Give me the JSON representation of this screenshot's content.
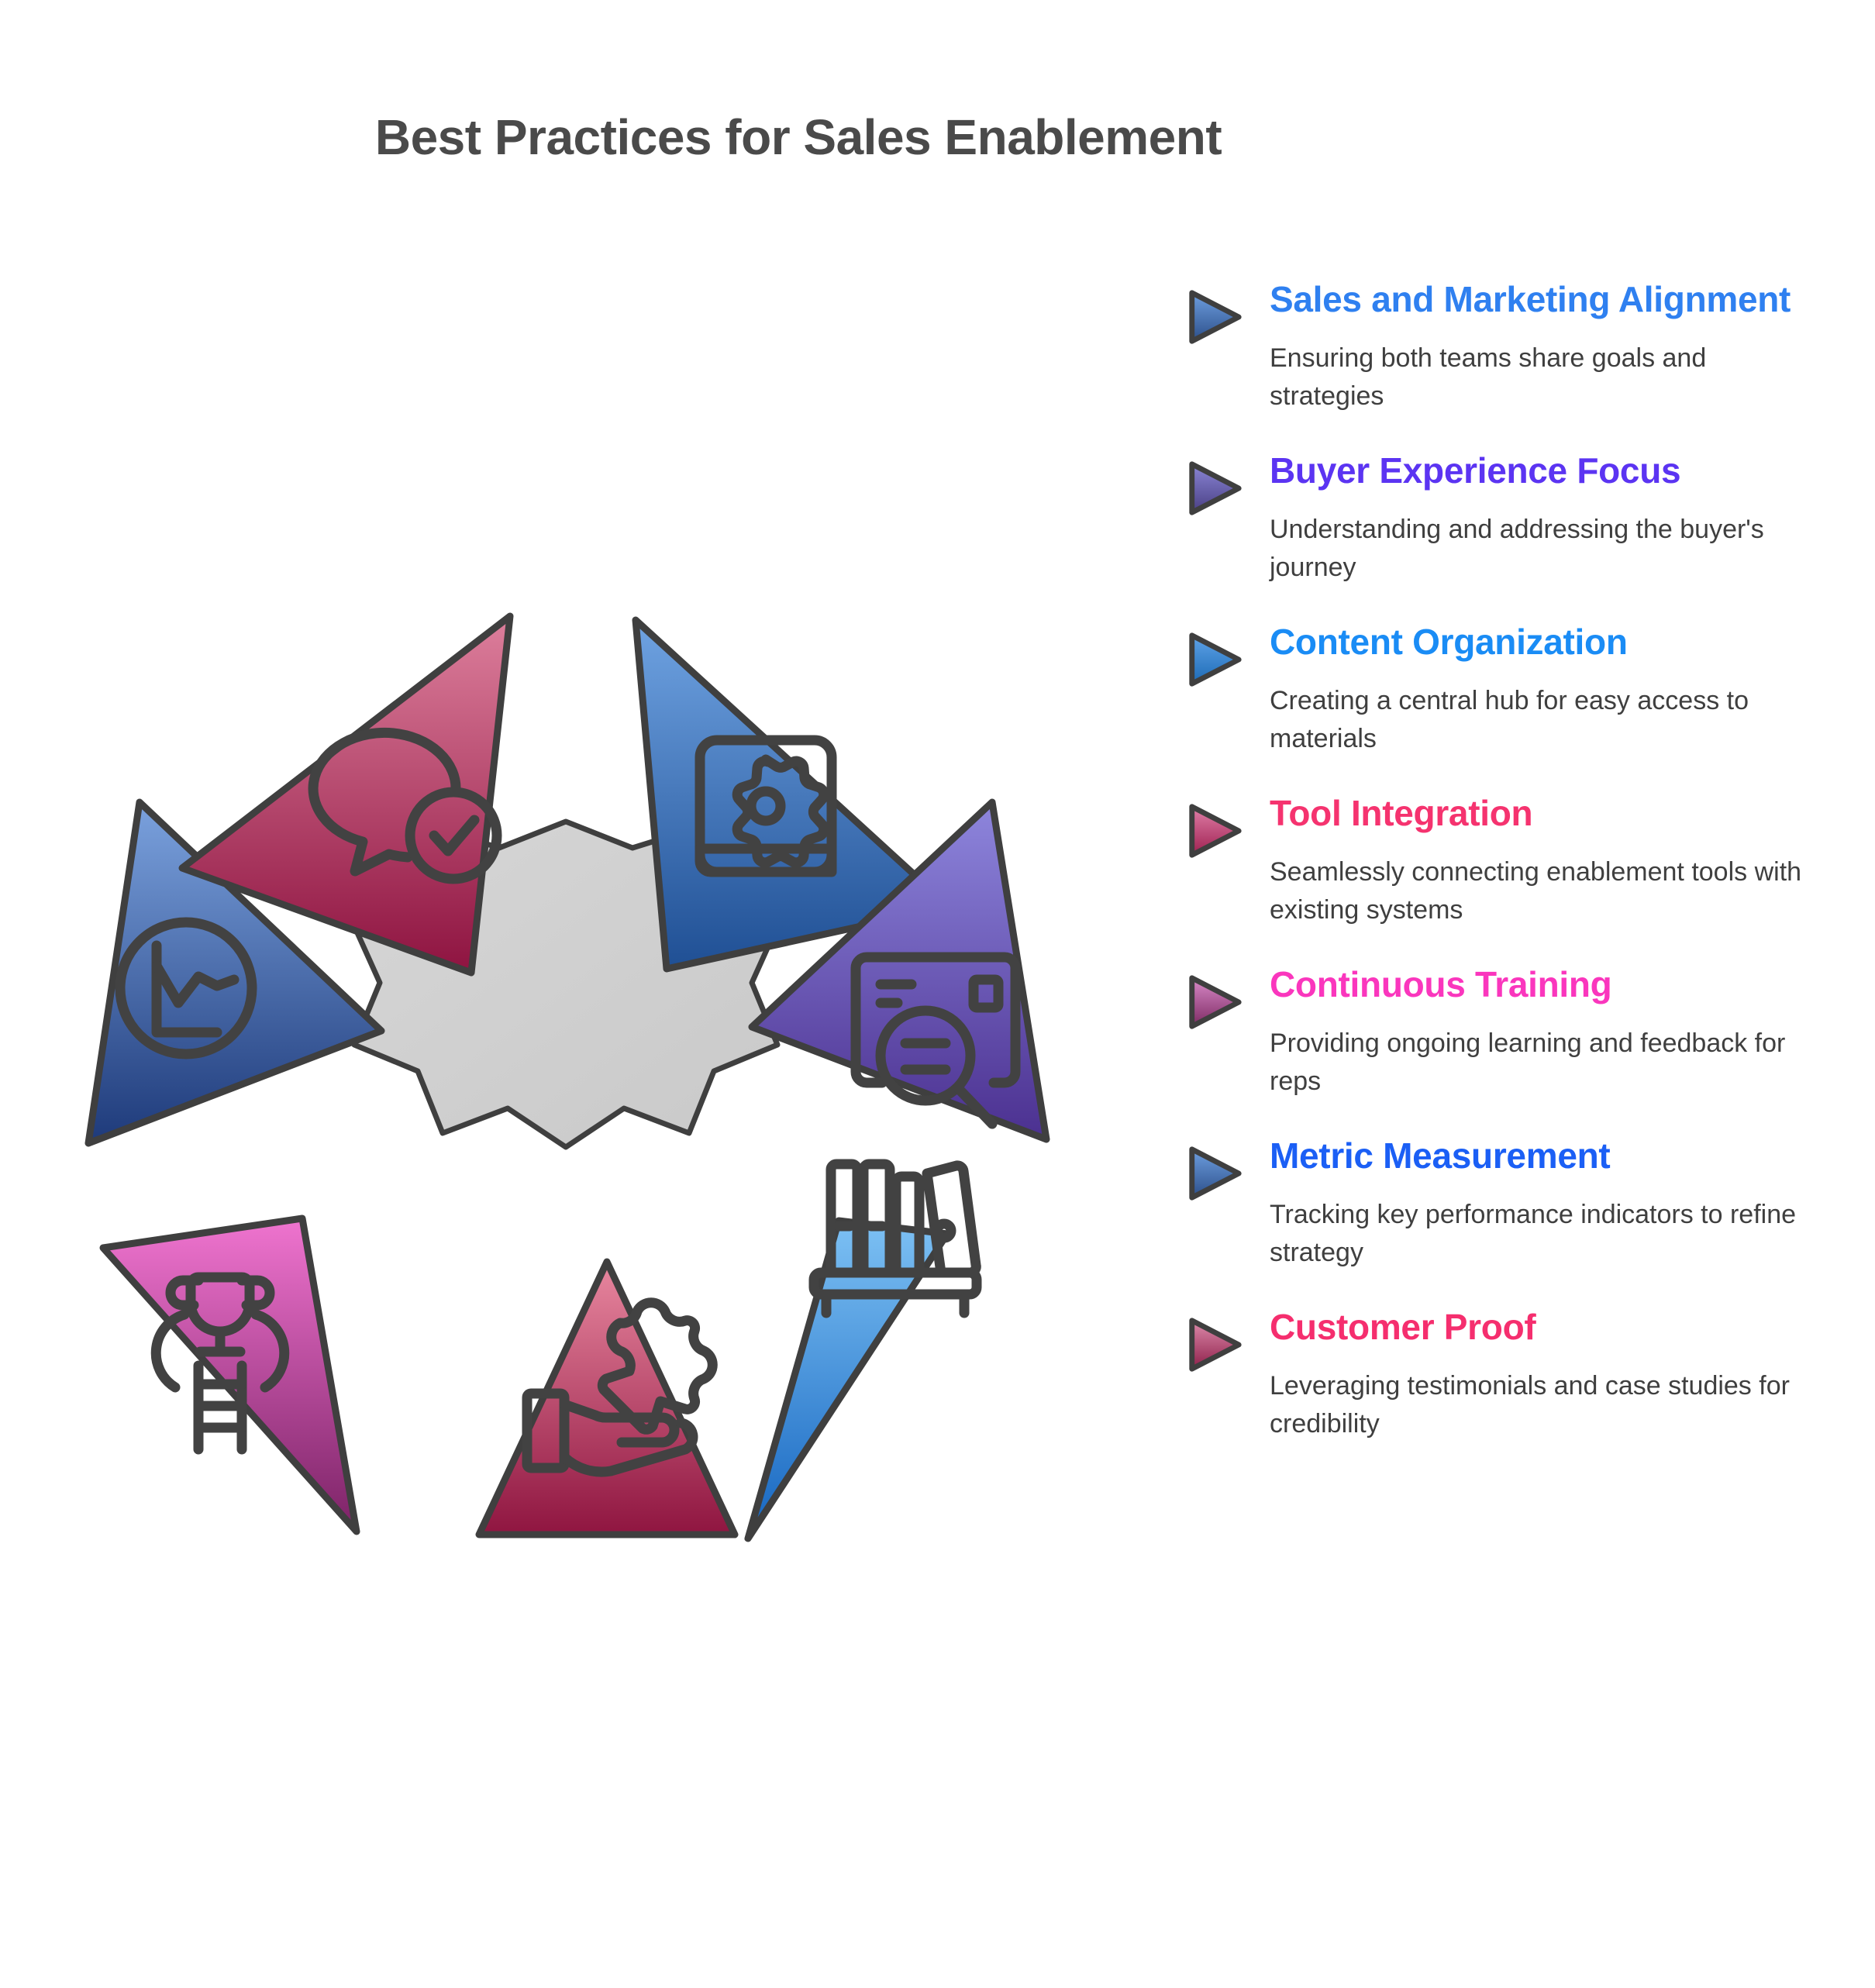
{
  "header": {
    "title": "Best Practices for Sales Enablement"
  },
  "palette": {
    "text_dark": "#4a4a4a",
    "body_text": "#3f3f3f",
    "center_fill": "#d0d0d0",
    "outline": "#3f3f3f"
  },
  "list": {
    "items": [
      {
        "title": "Sales and Marketing Alignment",
        "desc": "Ensuring both teams share goals and strategies",
        "color": "#2f80f0",
        "marker_top": "#6e9fe0",
        "marker_bottom": "#2c4f8a",
        "marker_icon": "play-triangle-icon"
      },
      {
        "title": "Buyer Experience Focus",
        "desc": "Understanding and addressing the buyer's journey",
        "color": "#5b34f2",
        "marker_top": "#8a86d6",
        "marker_bottom": "#4a3f84",
        "marker_icon": "play-triangle-icon"
      },
      {
        "title": "Content Organization",
        "desc": "Creating a central hub for easy access to materials",
        "color": "#1a8cf5",
        "marker_top": "#5fa3e8",
        "marker_bottom": "#1c6ab5",
        "marker_icon": "play-triangle-icon"
      },
      {
        "title": "Tool Integration",
        "desc": "Seamlessly connecting enablement tools with existing systems",
        "color": "#f5336f",
        "marker_top": "#e07fa8",
        "marker_bottom": "#9e2050",
        "marker_icon": "play-triangle-icon"
      },
      {
        "title": "Continuous Training",
        "desc": "Providing ongoing learning and feedback for reps",
        "color": "#fa36bd",
        "marker_top": "#d98ac8",
        "marker_bottom": "#7d2a63",
        "marker_icon": "play-triangle-icon"
      },
      {
        "title": "Metric Measurement",
        "desc": "Tracking key performance indicators to refine strategy",
        "color": "#1b5ff5",
        "marker_top": "#6e9fe0",
        "marker_bottom": "#2c4f8a",
        "marker_icon": "play-triangle-icon"
      },
      {
        "title": "Customer Proof",
        "desc": "Leveraging testimonials and case studies for credibility",
        "color": "#f52e6e",
        "marker_top": "#dd8bab",
        "marker_bottom": "#8e1f4a",
        "marker_icon": "play-triangle-icon"
      }
    ]
  },
  "diagram": {
    "center_shape": "seven-point-star-polygon",
    "wedges": [
      {
        "position": "top-right",
        "icon": "book-gear-icon",
        "top_color": "#6fa3e2",
        "bottom_color": "#1f4f94"
      },
      {
        "position": "right",
        "icon": "document-search-icon",
        "top_color": "#8e86dd",
        "bottom_color": "#4b3090"
      },
      {
        "position": "bottom-right",
        "icon": "bookshelf-icon",
        "top_color": "#75bdf2",
        "bottom_color": "#1565c0"
      },
      {
        "position": "bottom",
        "icon": "hand-puzzle-icon",
        "top_color": "#e8879f",
        "bottom_color": "#8f1540"
      },
      {
        "position": "bottom-left",
        "icon": "trophy-ladder-icon",
        "top_color": "#ef74cf",
        "bottom_color": "#7c2266"
      },
      {
        "position": "left",
        "icon": "chart-circle-icon",
        "top_color": "#7ba2de",
        "bottom_color": "#1e3a7a"
      },
      {
        "position": "top-left",
        "icon": "chat-check-icon",
        "top_color": "#dd7f9c",
        "bottom_color": "#8e1340"
      }
    ]
  }
}
